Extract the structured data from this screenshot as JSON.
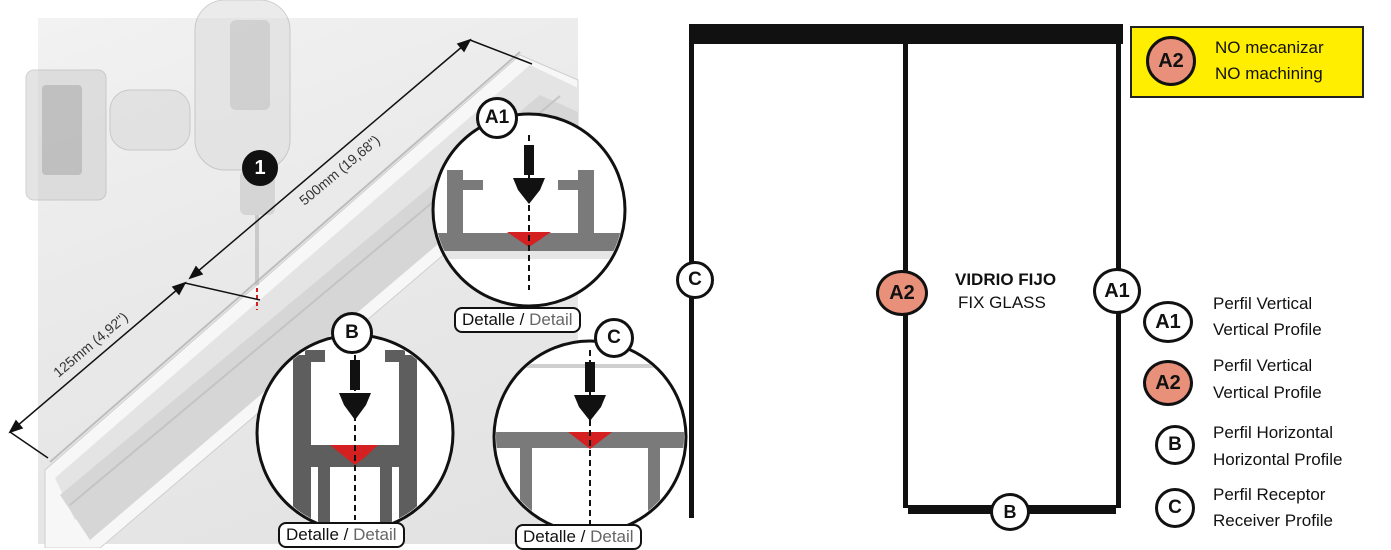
{
  "step_number": "1",
  "dimensions": {
    "long": "500mm (19,68\")",
    "short": "125mm (4,92\")"
  },
  "details": {
    "a1": {
      "badge": "A1",
      "label_es": "Detalle",
      "separator": " / ",
      "label_en": "Detail"
    },
    "b": {
      "badge": "B",
      "label_es": "Detalle",
      "separator": " / ",
      "label_en": "Detail"
    },
    "c": {
      "badge": "C",
      "label_es": "Detalle",
      "separator": " / ",
      "label_en": "Detail"
    }
  },
  "frame": {
    "left_badge": "C",
    "middle_badge": "A2",
    "right_badge": "A1",
    "bottom_badge": "B",
    "glass_title": "VIDRIO FIJO",
    "glass_subtitle": "FIX GLASS"
  },
  "warning": {
    "badge": "A2",
    "line1": "NO mecanizar",
    "line2": "NO machining",
    "color": "#ffee00"
  },
  "legend": [
    {
      "badge": "A1",
      "es": "Perfil Vertical",
      "en": "Vertical Profile"
    },
    {
      "badge": "A2",
      "es": "Perfil Vertical",
      "en": "Vertical Profile"
    },
    {
      "badge": "B",
      "es": "Perfil Horizontal",
      "en": "Horizontal Profile"
    },
    {
      "badge": "C",
      "es": "Perfil Receptor",
      "en": "Receiver Profile"
    }
  ],
  "colors": {
    "salmon": "#e8907a",
    "mark_red": "#d42020",
    "profile_grey": "#7a7a7a"
  }
}
